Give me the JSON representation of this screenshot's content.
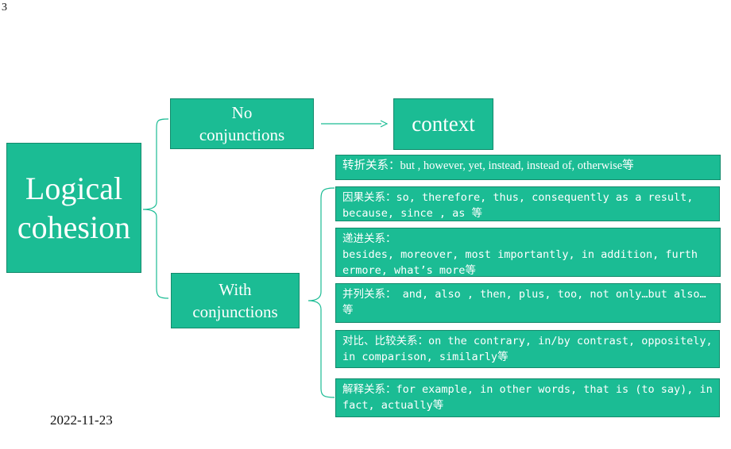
{
  "page_number": "3",
  "date": "2022-11-23",
  "root": {
    "line1": "Logical",
    "line2": "cohesion"
  },
  "branches": {
    "no": {
      "line1": "No",
      "line2": "conjunctions"
    },
    "with": {
      "line1": "With",
      "line2": "conjunctions"
    }
  },
  "context": "context",
  "relations": [
    "转折关系：but , however, yet, instead, instead of, otherwise等",
    "因果关系：so, therefore, thus, consequently as a result, because, since , as 等",
    "递进关系：\nbesides, moreover, most importantly, in addition, furth\nermore, what’s more等",
    "并列关系： and, also , then, plus, too, not only…but also… 等",
    "对比、比较关系：on the contrary, in/by contrast, oppositely, in comparison, similarly等",
    "解释关系：for example, in other words, that is (to say), in fact, actually等"
  ],
  "colors": {
    "box_fill": "#1bbc94",
    "box_border": "#148a6c",
    "connector": "#1bbc94"
  }
}
